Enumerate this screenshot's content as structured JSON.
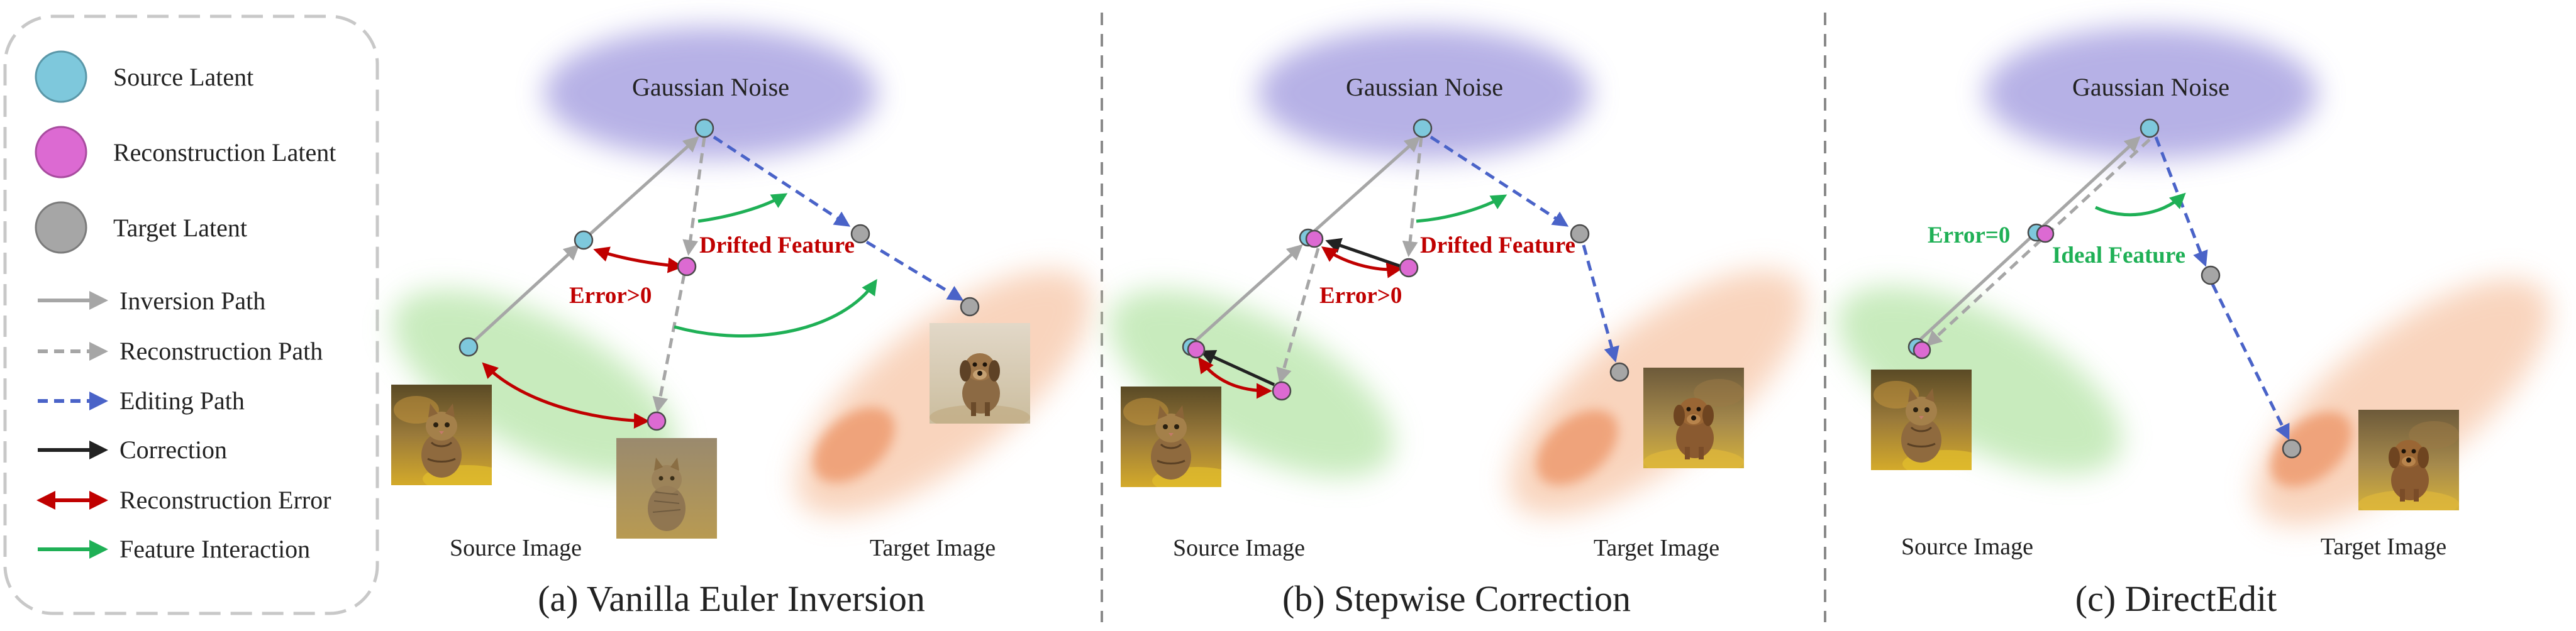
{
  "legend": {
    "source_latent": "Source Latent",
    "reconstruction_latent": "Reconstruction Latent",
    "target_latent": "Target Latent",
    "inversion_path": "Inversion Path",
    "reconstruction_path": "Reconstruction Path",
    "editing_path": "Editing Path",
    "correction": "Correction",
    "reconstruction_error": "Reconstruction Error",
    "feature_interaction": "Feature Interaction"
  },
  "colors": {
    "source_latent": "#7ec8dc",
    "reconstruction_latent": "#dc6ad2",
    "target_latent": "#a6a6a6",
    "inversion_path": "#a6a6a6",
    "reconstruction_path": "#a6a6a6",
    "editing_path": "#4a63c8",
    "correction": "#222222",
    "reconstruction_error": "#c00000",
    "feature_interaction": "#1fb056",
    "noise_cloud": "#a49ee0",
    "source_cloud": "#bfe8b2",
    "target_cloud": "#f8cdb2"
  },
  "panels": [
    {
      "caption": "(a) Vanilla Euler Inversion",
      "noise_label": "Gaussian Noise",
      "source_label": "Source Image",
      "target_label": "Target Image",
      "annotations": [
        "Drifted Feature",
        "Error>0"
      ]
    },
    {
      "caption": "(b) Stepwise Correction",
      "noise_label": "Gaussian Noise",
      "source_label": "Source Image",
      "target_label": "Target Image",
      "annotations": [
        "Drifted Feature",
        "Error>0"
      ]
    },
    {
      "caption": "(c) DirectEdit",
      "noise_label": "Gaussian Noise",
      "source_label": "Source Image",
      "target_label": "Target Image",
      "annotations": [
        "Error=0",
        "Ideal Feature"
      ]
    }
  ],
  "icons": {
    "source_image": "kitten-photo",
    "target_image": "puppy-photo"
  }
}
